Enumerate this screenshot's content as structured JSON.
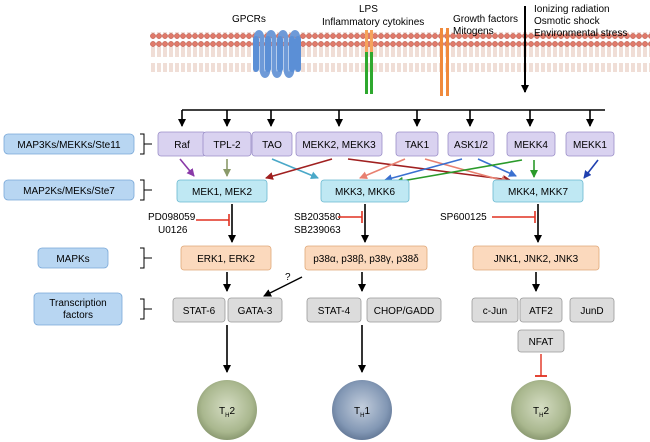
{
  "membrane_labels": {
    "gpcrs": "GPCRs",
    "lps_1": "LPS",
    "lps_2": "Inflammatory cytokines",
    "growth_1": "Growth factors",
    "growth_2": "Mitogens",
    "stress_1": "Ionizing radiation",
    "stress_2": "Osmotic shock",
    "stress_3": "Environmental stress"
  },
  "levels": {
    "map3k": "MAP3Ks/MEKKs/Ste11",
    "map2k": "MAP2Ks/MEKs/Ste7",
    "mapk": "MAPKs",
    "tf_1": "Transcription",
    "tf_2": "factors"
  },
  "map3k_nodes": [
    "Raf",
    "TPL-2",
    "TAO",
    "MEKK2, MEKK3",
    "TAK1",
    "ASK1/2",
    "MEKK4",
    "MEKK1"
  ],
  "map2k_nodes": [
    "MEK1, MEK2",
    "MKK3, MKK6",
    "MKK4, MKK7"
  ],
  "mapk_nodes": [
    "ERK1, ERK2",
    "p38α, p38β, p38γ, p38δ",
    "JNK1, JNK2, JNK3"
  ],
  "tf_nodes": [
    "STAT-6",
    "GATA-3",
    "STAT-4",
    "CHOP/GADD",
    "c-Jun",
    "ATF2",
    "JunD",
    "NFAT"
  ],
  "inhibitors": {
    "mek_1": "PD098059",
    "mek_2": "U0126",
    "p38_1": "SB203580",
    "p38_2": "SB239063",
    "jnk_1": "SP600125"
  },
  "question_mark": "?",
  "cells": {
    "th2_left": {
      "main": "T",
      "sub": "H",
      "num": "2"
    },
    "th1": {
      "main": "T",
      "sub": "H",
      "num": "1"
    },
    "th2_right": {
      "main": "T",
      "sub": "H",
      "num": "2"
    }
  },
  "colors": {
    "map3k_fill": "#d9d2f0",
    "map2k_fill": "#bfe8f3",
    "mapk_fill": "#fbd9bd",
    "tf_fill": "#dcdcdc",
    "level_fill": "#b8d6f2",
    "gpcr_blue": "#5b8fd6",
    "lps_orange": "#f5a35c",
    "lps_green": "#2ea82e",
    "growth_orange": "#f08a3c",
    "inhibitor_red": "#e03020"
  }
}
